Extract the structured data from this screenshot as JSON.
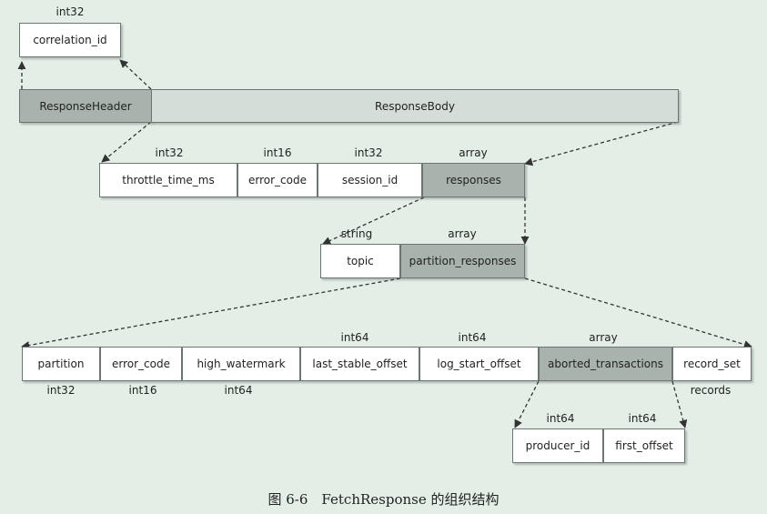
{
  "colors": {
    "background": "#e3eee7",
    "dark_box": "#a9b3ad",
    "light_box": "#d4ddd7",
    "box": "#ffffff"
  },
  "header": {
    "correlation_id": {
      "type": "int32",
      "label": "correlation_id"
    },
    "response_header": "ResponseHeader",
    "response_body": "ResponseBody"
  },
  "body_fields": [
    {
      "type": "int32",
      "label": "throttle_time_ms"
    },
    {
      "type": "int16",
      "label": "error_code"
    },
    {
      "type": "int32",
      "label": "session_id"
    },
    {
      "type": "array",
      "label": "responses"
    }
  ],
  "response_fields": [
    {
      "type": "string",
      "label": "topic"
    },
    {
      "type": "array",
      "label": "partition_responses"
    }
  ],
  "partition_fields": [
    {
      "type": "int32",
      "label": "partition"
    },
    {
      "type": "int16",
      "label": "error_code"
    },
    {
      "type": "int64",
      "label": "high_watermark"
    },
    {
      "type": "int64",
      "label": "last_stable_offset"
    },
    {
      "type": "int64",
      "label": "log_start_offset"
    },
    {
      "type": "array",
      "label": "aborted_transactions"
    },
    {
      "type": "records",
      "label": "record_set"
    }
  ],
  "transaction_fields": [
    {
      "type": "int64",
      "label": "producer_id"
    },
    {
      "type": "int64",
      "label": "first_offset"
    }
  ],
  "caption": "图 6-6　FetchResponse 的组织结构"
}
